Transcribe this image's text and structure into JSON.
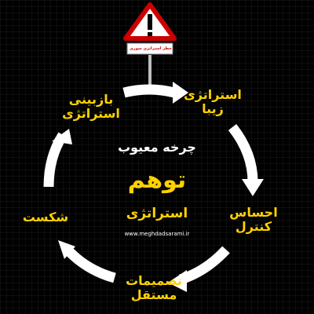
{
  "warning_sign": {
    "text": "خطر استراتژی سوری"
  },
  "center": {
    "title": "چرخه معیوب",
    "main": "توهم",
    "sub": "استراتژی",
    "website": "www.meghdadsarami.ir"
  },
  "cycle_labels": {
    "beautiful_strategy": "استراتژی\nزیبا",
    "sense_of_control": "احساس\nکنترل",
    "independent_decisions": "تصمیمات\nمستقل",
    "failure": "شکست",
    "strategy_review": "بازبینی\nاستراتژی"
  },
  "colors": {
    "background": "#000000",
    "accent": "#ffd200",
    "arrow": "#ffffff",
    "sign_red": "#d00000"
  }
}
